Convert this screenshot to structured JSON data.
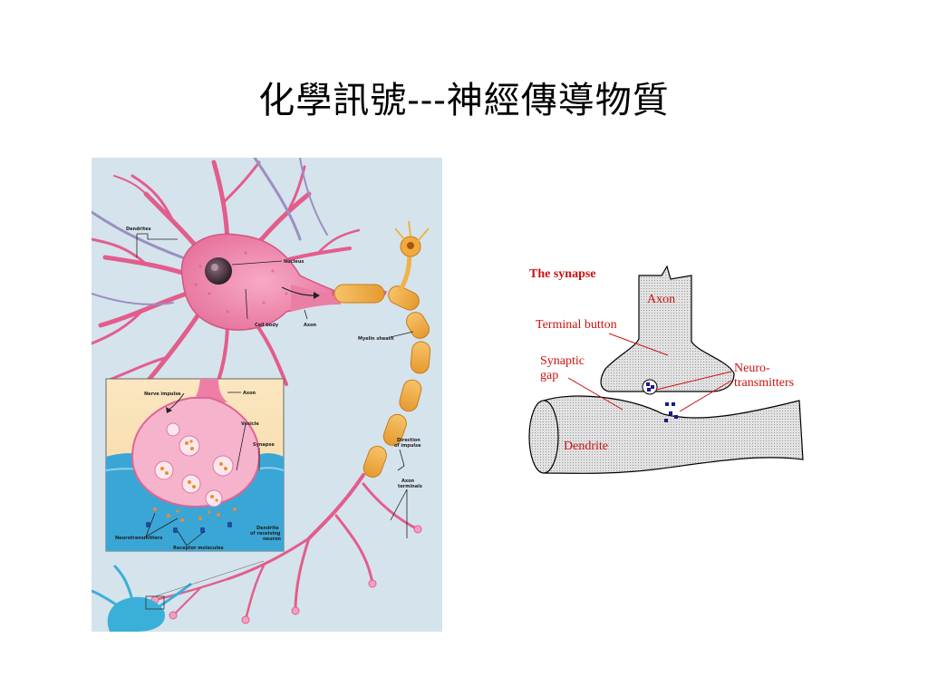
{
  "title": "化學訊號---神經傳導物質",
  "neuron_figure": {
    "labels": {
      "dendrites": "Dendrites",
      "nucleus": "Nucleus",
      "cell_body": "Cell body",
      "axon": "Axon",
      "myelin_sheath": "Myelin sheath",
      "direction_line1": "Direction",
      "direction_line2": "of impulse",
      "axon_terminals_line1": "Axon",
      "axon_terminals_line2": "terminals",
      "nerve_impulse": "Nerve impulse",
      "inset_axon": "Axon",
      "vesicle": "Vesicle",
      "synapse": "Synapse",
      "dendrite_line1": "Dendrite",
      "dendrite_line2": "of receiving",
      "dendrite_line3": "neuron",
      "neurotransmitters": "Neurotransmitters",
      "receptor_molecules": "Receptor molecules"
    }
  },
  "synapse_figure": {
    "heading": "The synapse",
    "labels": {
      "axon": "Axon",
      "terminal_button": "Terminal button",
      "synaptic": "Synaptic",
      "gap": "gap",
      "neuro": "Neuro-",
      "transmitters": "transmitters",
      "dendrite": "Dendrite"
    },
    "colors": {
      "label": "#cc1111",
      "fill": "#d4d4d4",
      "molecule": "#1a1a8c"
    }
  }
}
